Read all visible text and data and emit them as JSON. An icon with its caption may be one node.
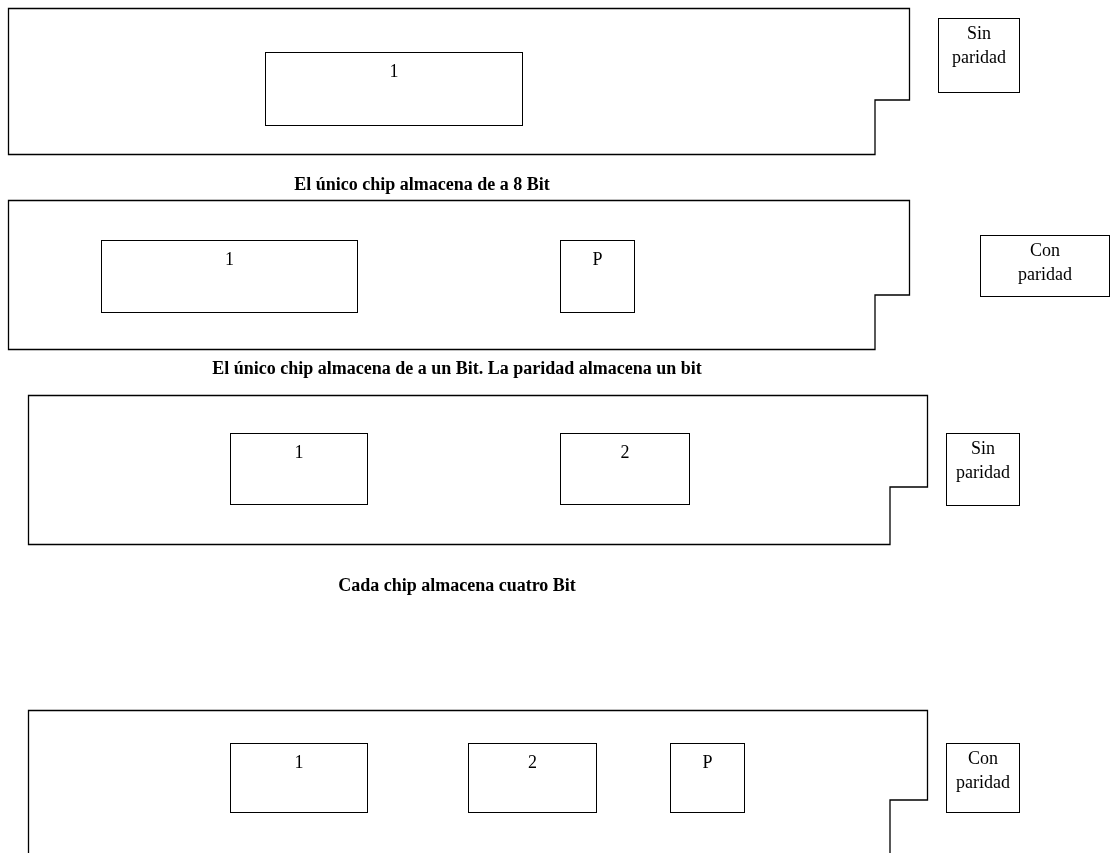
{
  "diagram": {
    "nodes": [
      {
        "text": [],
        "shape": "box",
        "beside": [
          "El único chip almacena de a 8 Bit"
        ]
      },
      {
        "text": [
          "1"
        ],
        "in": 0
      },
      {
        "text": [
          "Sin paridad"
        ]
      },
      {
        "text": [],
        "shape": "box",
        "beside": [
          "El único chip almacena de a un Bit. La paridad almacena un bit"
        ]
      },
      {
        "text": [
          "1"
        ],
        "in": 3
      },
      {
        "text": [
          "P"
        ],
        "in": 3
      },
      {
        "text": [
          "Con paridad"
        ]
      },
      {
        "text": [],
        "shape": "box",
        "beside": [
          "Cada chip almacena cuatro Bit"
        ]
      },
      {
        "text": [
          "1"
        ],
        "in": 7
      },
      {
        "text": [
          "2"
        ],
        "in": 7
      },
      {
        "text": [
          "Sin paridad"
        ]
      },
      {
        "text": [],
        "shape": "box"
      },
      {
        "text": [
          "1"
        ],
        "in": 11
      },
      {
        "text": [
          "2"
        ],
        "in": 11
      },
      {
        "text": [
          "P"
        ],
        "in": 11
      },
      {
        "text": [
          "Con paridad"
        ]
      }
    ]
  }
}
